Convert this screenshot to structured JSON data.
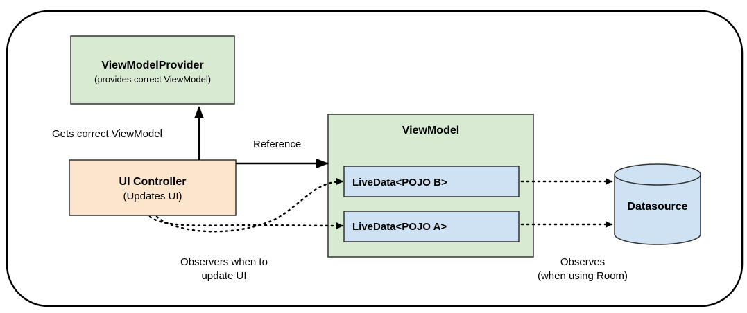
{
  "boxes": {
    "provider": {
      "title": "ViewModelProvider",
      "subtitle": "(provides correct ViewModel)"
    },
    "ui_controller": {
      "title": "UI Controller",
      "subtitle": "(Updates UI)"
    },
    "viewmodel": {
      "title": "ViewModel"
    },
    "livedata_b": {
      "label": "LiveData<POJO B>"
    },
    "livedata_a": {
      "label": "LiveData<POJO A>"
    },
    "datasource": {
      "label": "Datasource"
    }
  },
  "edges": {
    "gets_viewmodel": "Gets correct ViewModel",
    "reference": "Reference",
    "observers_line1": "Observers when to",
    "observers_line2": "update UI",
    "observes_line1": "Observes",
    "observes_line2": "(when using Room)"
  },
  "colors": {
    "green_fill": "#d9ead3",
    "orange_fill": "#fce5cd",
    "blue_fill": "#cfe2f3",
    "stroke": "#000000"
  }
}
